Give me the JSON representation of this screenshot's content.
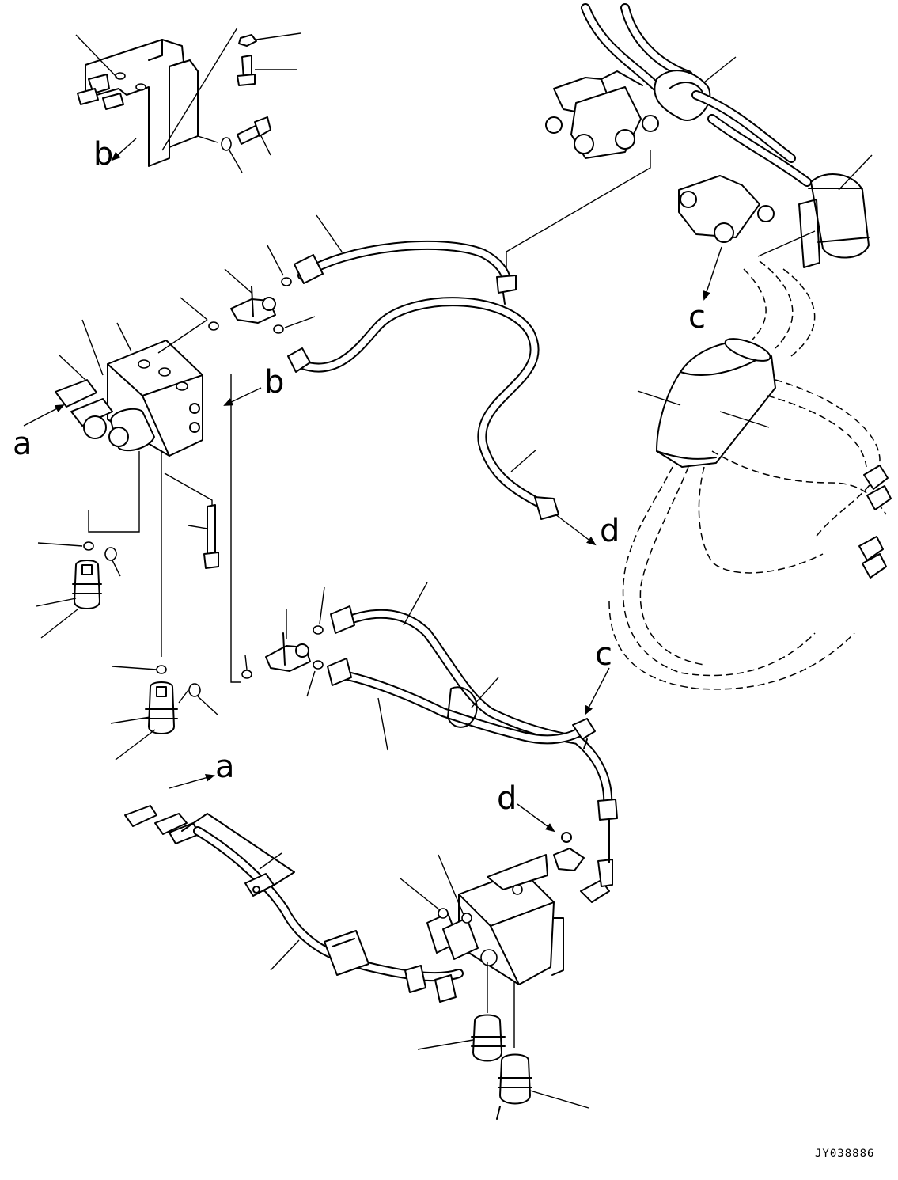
{
  "diagram": {
    "drawing_number": "JY038886",
    "reference_letters": {
      "a": "a",
      "b": "b",
      "c": "c",
      "d": "d"
    }
  }
}
